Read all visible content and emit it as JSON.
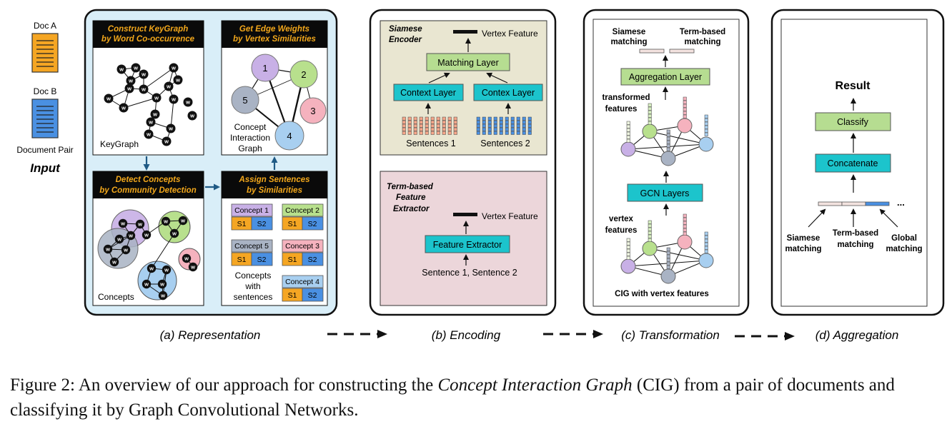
{
  "input": {
    "doc_a": "Doc A",
    "doc_b": "Doc B",
    "pair_label": "Document Pair",
    "title": "Input"
  },
  "representation": {
    "keygraph_header_1": "Construct KeyGraph",
    "keygraph_header_2": "by Word Co-occurrence",
    "keygraph_label": "KeyGraph",
    "word_node": "w",
    "edge_header_1": "Get Edge Weights",
    "edge_header_2": "by Vertex Similarities",
    "cig_label_1": "Concept",
    "cig_label_2": "Interaction",
    "cig_label_3": "Graph",
    "cig_nodes": [
      "1",
      "2",
      "3",
      "4",
      "5"
    ],
    "detect_header_1": "Detect Concepts",
    "detect_header_2": "by Community Detection",
    "concepts_label": "Concepts",
    "assign_header_1": "Assign Sentences",
    "assign_header_2": "by Similarities",
    "concept_1": "Concept 1",
    "concept_2": "Concept 2",
    "concept_3": "Concept 3",
    "concept_4": "Concept 4",
    "concept_5": "Concept 5",
    "s1": "S1",
    "s2": "S2",
    "with_sent_1": "Concepts",
    "with_sent_2": "with",
    "with_sent_3": "sentences"
  },
  "encoding": {
    "siamese_1": "Siamese",
    "siamese_2": "Encoder",
    "vertex_feature": "Vertex Feature",
    "matching_layer": "Matching Layer",
    "context_layer_1": "Context Layer",
    "context_layer_2": "Contex Layer",
    "sentences_1": "Sentences 1",
    "sentences_2": "Sentences 2",
    "term_1": "Term-based",
    "term_2": "Feature",
    "term_3": "Extractor",
    "feature_extractor": "Feature Extractor",
    "sentence_pair": "Sentence 1, Sentence 2"
  },
  "transformation": {
    "siamese_matching_1": "Siamese",
    "siamese_matching_2": "matching",
    "term_matching_1": "Term-based",
    "term_matching_2": "matching",
    "aggregation_layer": "Aggregation Layer",
    "transformed_1": "transformed",
    "transformed_2": "features",
    "gcn_layers": "GCN Layers",
    "vertex_1": "vertex",
    "vertex_2": "features",
    "cig_caption": "CIG with vertex features"
  },
  "aggregation": {
    "result": "Result",
    "classify": "Classify",
    "concatenate": "Concatenate",
    "ellipsis": "...",
    "siamese_1": "Siamese",
    "siamese_2": "matching",
    "term_1": "Term-based",
    "term_2": "matching",
    "global_1": "Global",
    "global_2": "matching"
  },
  "panel_labels": {
    "a": "(a) Representation",
    "b": "(b) Encoding",
    "c": "(c) Transformation",
    "d": "(d) Aggregation"
  },
  "caption": {
    "prefix": "Figure 2:  An overview of our approach for constructing the ",
    "italic": "Concept Interaction Graph",
    "suffix": " (CIG) from a pair of documents and classifying it by Graph Convolutional Networks."
  },
  "colors": {
    "panel_bg": "#d9eef8",
    "header_bg": "#0a0a0a",
    "header_text": "#f2a71b",
    "doc_a": "#f5a623",
    "doc_b": "#4a90e2",
    "green_box": "#b6dd91",
    "teal_box": "#1cc4cc",
    "encoder_bg": "#e9e6d1",
    "extractor_bg": "#ecd6da",
    "arrow_blue": "#1f5a85",
    "purple": "#c8b0e6",
    "green": "#b8e08d",
    "pink": "#f5b2be",
    "blue": "#a8cff0",
    "gray": "#a9b3c4",
    "s1": "#f5a623",
    "s2": "#4a90e2"
  }
}
